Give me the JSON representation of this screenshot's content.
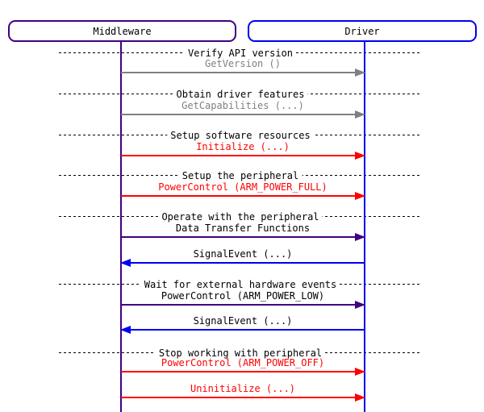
{
  "diagram": {
    "type": "sequence-diagram",
    "entities": [
      {
        "name": "Middleware",
        "color": "#400080"
      },
      {
        "name": "Driver",
        "color": "#0000F0"
      }
    ],
    "colors": {
      "divider_line": "#000000",
      "divider_text": "#000000",
      "api_call_gray": "#808080",
      "power_red": "#FF0000",
      "transfer_indigo": "#400080",
      "event_blue": "#0000F0",
      "plain_text": "#000000",
      "background": "#FFFFFF"
    },
    "sections": [
      {
        "label": "Verify API version",
        "messages": [
          {
            "text": "GetVersion ()",
            "from": "Middleware",
            "to": "Driver",
            "direction": "right",
            "line_color": "#808080",
            "text_color": "#808080"
          }
        ]
      },
      {
        "label": "Obtain driver features",
        "messages": [
          {
            "text": "GetCapabilities (...)",
            "from": "Middleware",
            "to": "Driver",
            "direction": "right",
            "line_color": "#808080",
            "text_color": "#808080"
          }
        ]
      },
      {
        "label": "Setup software resources",
        "messages": [
          {
            "text": "Initialize (...)",
            "from": "Middleware",
            "to": "Driver",
            "direction": "right",
            "line_color": "#FF0000",
            "text_color": "#FF0000"
          }
        ]
      },
      {
        "label": "Setup the peripheral",
        "messages": [
          {
            "text": "PowerControl (ARM_POWER_FULL)",
            "from": "Middleware",
            "to": "Driver",
            "direction": "right",
            "line_color": "#FF0000",
            "text_color": "#FF0000"
          }
        ]
      },
      {
        "label": "Operate with the peripheral",
        "messages": [
          {
            "text": "Data Transfer Functions",
            "from": "Middleware",
            "to": "Driver",
            "direction": "right",
            "line_color": "#400080",
            "text_color": "#000000"
          },
          {
            "text": "SignalEvent (...)",
            "from": "Driver",
            "to": "Middleware",
            "direction": "left",
            "line_color": "#0000F0",
            "text_color": "#000000"
          }
        ]
      },
      {
        "label": "Wait for external hardware events",
        "messages": [
          {
            "text": "PowerControl (ARM_POWER_LOW)",
            "from": "Middleware",
            "to": "Driver",
            "direction": "right",
            "line_color": "#400080",
            "text_color": "#000000"
          },
          {
            "text": "SignalEvent (...)",
            "from": "Driver",
            "to": "Middleware",
            "direction": "left",
            "line_color": "#0000F0",
            "text_color": "#000000"
          }
        ]
      },
      {
        "label": "Stop working with peripheral",
        "messages": [
          {
            "text": "PowerControl (ARM_POWER_OFF)",
            "from": "Middleware",
            "to": "Driver",
            "direction": "right",
            "line_color": "#FF0000",
            "text_color": "#FF0000"
          },
          {
            "text": "Uninitialize (...)",
            "from": "Middleware",
            "to": "Driver",
            "direction": "right",
            "line_color": "#FF0000",
            "text_color": "#FF0000"
          }
        ]
      }
    ]
  }
}
